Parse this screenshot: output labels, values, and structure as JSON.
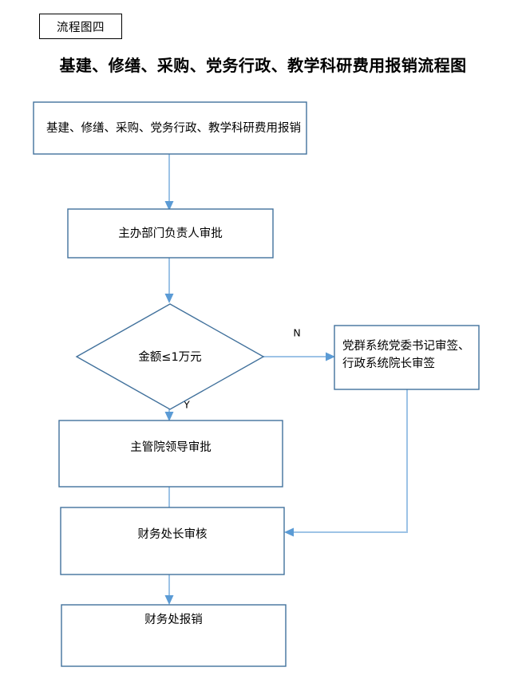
{
  "header": {
    "tag_label": "流程图四",
    "title": "基建、修缮、采购、党务行政、教学科研费用报销流程图"
  },
  "colors": {
    "node_border": "#41719c",
    "edge_line": "#9dc3e6",
    "edge_arrow": "#5b9bd5",
    "tag_border": "#000000",
    "text": "#000000",
    "background": "#ffffff"
  },
  "chart_data": {
    "type": "diagram",
    "title": "基建、修缮、采购、党务行政、教学科研费用报销流程图",
    "nodes": [
      {
        "id": "start",
        "shape": "rect",
        "lines": [
          "基建、修缮、采购、党务行政、教学科研费用报销"
        ],
        "align": "left"
      },
      {
        "id": "dept-head",
        "shape": "rect",
        "lines": [
          "主办部门负责人审批"
        ],
        "align": "center"
      },
      {
        "id": "amount-check",
        "shape": "diamond",
        "lines": [
          "金额≤1万元"
        ],
        "align": "center"
      },
      {
        "id": "party-sign",
        "shape": "rect",
        "lines": [
          "党群系统党委书记审签、",
          "行政系统院长审签"
        ],
        "align": "left"
      },
      {
        "id": "vice-president",
        "shape": "rect",
        "lines": [
          "主管院领导审批"
        ],
        "align": "center"
      },
      {
        "id": "finance-director",
        "shape": "rect",
        "lines": [
          "财务处长审核"
        ],
        "align": "center"
      },
      {
        "id": "finance-reimburse",
        "shape": "rect",
        "lines": [
          "财务处报销"
        ],
        "align": "center"
      }
    ],
    "edges": [
      {
        "from": "start",
        "to": "dept-head",
        "label": ""
      },
      {
        "from": "dept-head",
        "to": "amount-check",
        "label": ""
      },
      {
        "from": "amount-check",
        "to": "party-sign",
        "label": "N"
      },
      {
        "from": "amount-check",
        "to": "vice-president",
        "label": "Y"
      },
      {
        "from": "vice-president",
        "to": "finance-director",
        "label": ""
      },
      {
        "from": "party-sign",
        "to": "finance-director",
        "label": ""
      },
      {
        "from": "finance-director",
        "to": "finance-reimburse",
        "label": ""
      }
    ],
    "edge_labels": {
      "no": "N",
      "yes": "Y"
    }
  }
}
